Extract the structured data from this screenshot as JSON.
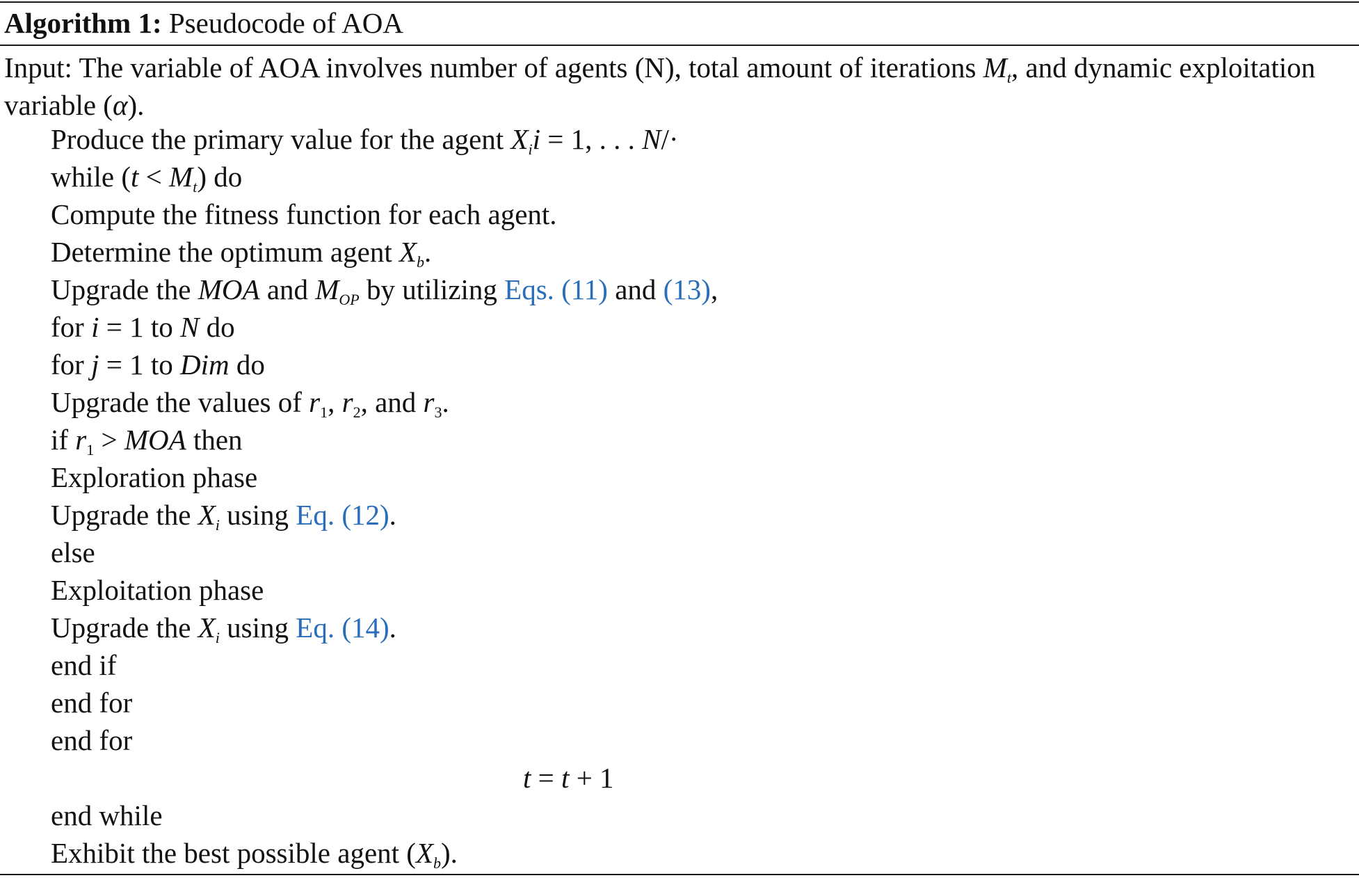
{
  "algorithm": {
    "title_label": "Algorithm 1:",
    "title_text": "Pseudocode of AOA",
    "input_part1": "Input: The variable of AOA involves number of agents (N), total amount of iterations ",
    "input_Mt_M": "M",
    "input_Mt_sub": "t",
    "input_part2": ", and dynamic exploitation variable (",
    "input_alpha": "α",
    "input_part3": ")."
  },
  "lines": {
    "l01_a": "Produce the primary value for the agent ",
    "l01_X": "X",
    "l01_Xsub": "i",
    "l01_b": "i",
    "l01_c": " = 1, . . . ",
    "l01_N": "N",
    "l01_d": "/·",
    "l02_a": "while (",
    "l02_t": "t",
    "l02_b": " < ",
    "l02_M": "M",
    "l02_Msub": "t",
    "l02_c": ") do",
    "l03": "Compute the fitness function for each agent.",
    "l04_a": "Determine the optimum agent ",
    "l04_X": "X",
    "l04_Xsub": "b",
    "l04_b": ".",
    "l05_a": "Upgrade the ",
    "l05_MOA": "MOA",
    "l05_b": " and ",
    "l05_M": "M",
    "l05_Msub": "OP",
    "l05_c": " by utilizing ",
    "l05_link1": "Eqs. (11)",
    "l05_d": " and ",
    "l05_link2": "(13)",
    "l05_e": ",",
    "l06_a": "for ",
    "l06_i": "i",
    "l06_b": " = 1 to ",
    "l06_N": "N",
    "l06_c": " do",
    "l07_a": "for ",
    "l07_j": "j",
    "l07_b": " = 1 to ",
    "l07_Dim": "Dim",
    "l07_c": " do",
    "l08_a": "Upgrade the values of ",
    "l08_r": "r",
    "l08_r1sub": "1",
    "l08_b": ", ",
    "l08_r2": "r",
    "l08_r2sub": "2",
    "l08_c": ", and ",
    "l08_r3": "r",
    "l08_r3sub": "3",
    "l08_d": ".",
    "l09_a": "if ",
    "l09_r": "r",
    "l09_rsub": "1",
    "l09_b": " > ",
    "l09_MOA": "MOA",
    "l09_c": " then",
    "l10": "Exploration phase",
    "l11_a": "Upgrade the ",
    "l11_X": "X",
    "l11_Xsub": "i",
    "l11_b": " using ",
    "l11_link": "Eq. (12)",
    "l11_c": ".",
    "l12": "else",
    "l13": "Exploitation phase",
    "l14_a": "Upgrade the ",
    "l14_X": "X",
    "l14_Xsub": "i",
    "l14_b": " using ",
    "l14_link": "Eq. (14)",
    "l14_c": ".",
    "l15": "end if",
    "l16": "end for",
    "l17": "end for",
    "l18_t1": "t",
    "l18_a": " = ",
    "l18_t2": "t",
    "l18_b": " + 1",
    "l19": "end while",
    "l20_a": "Exhibit the best possible agent (",
    "l20_X": "X",
    "l20_Xsub": "b",
    "l20_b": ")."
  },
  "colors": {
    "text": "#111111",
    "link": "#2a6ebb",
    "rule": "#1a1a1a"
  }
}
